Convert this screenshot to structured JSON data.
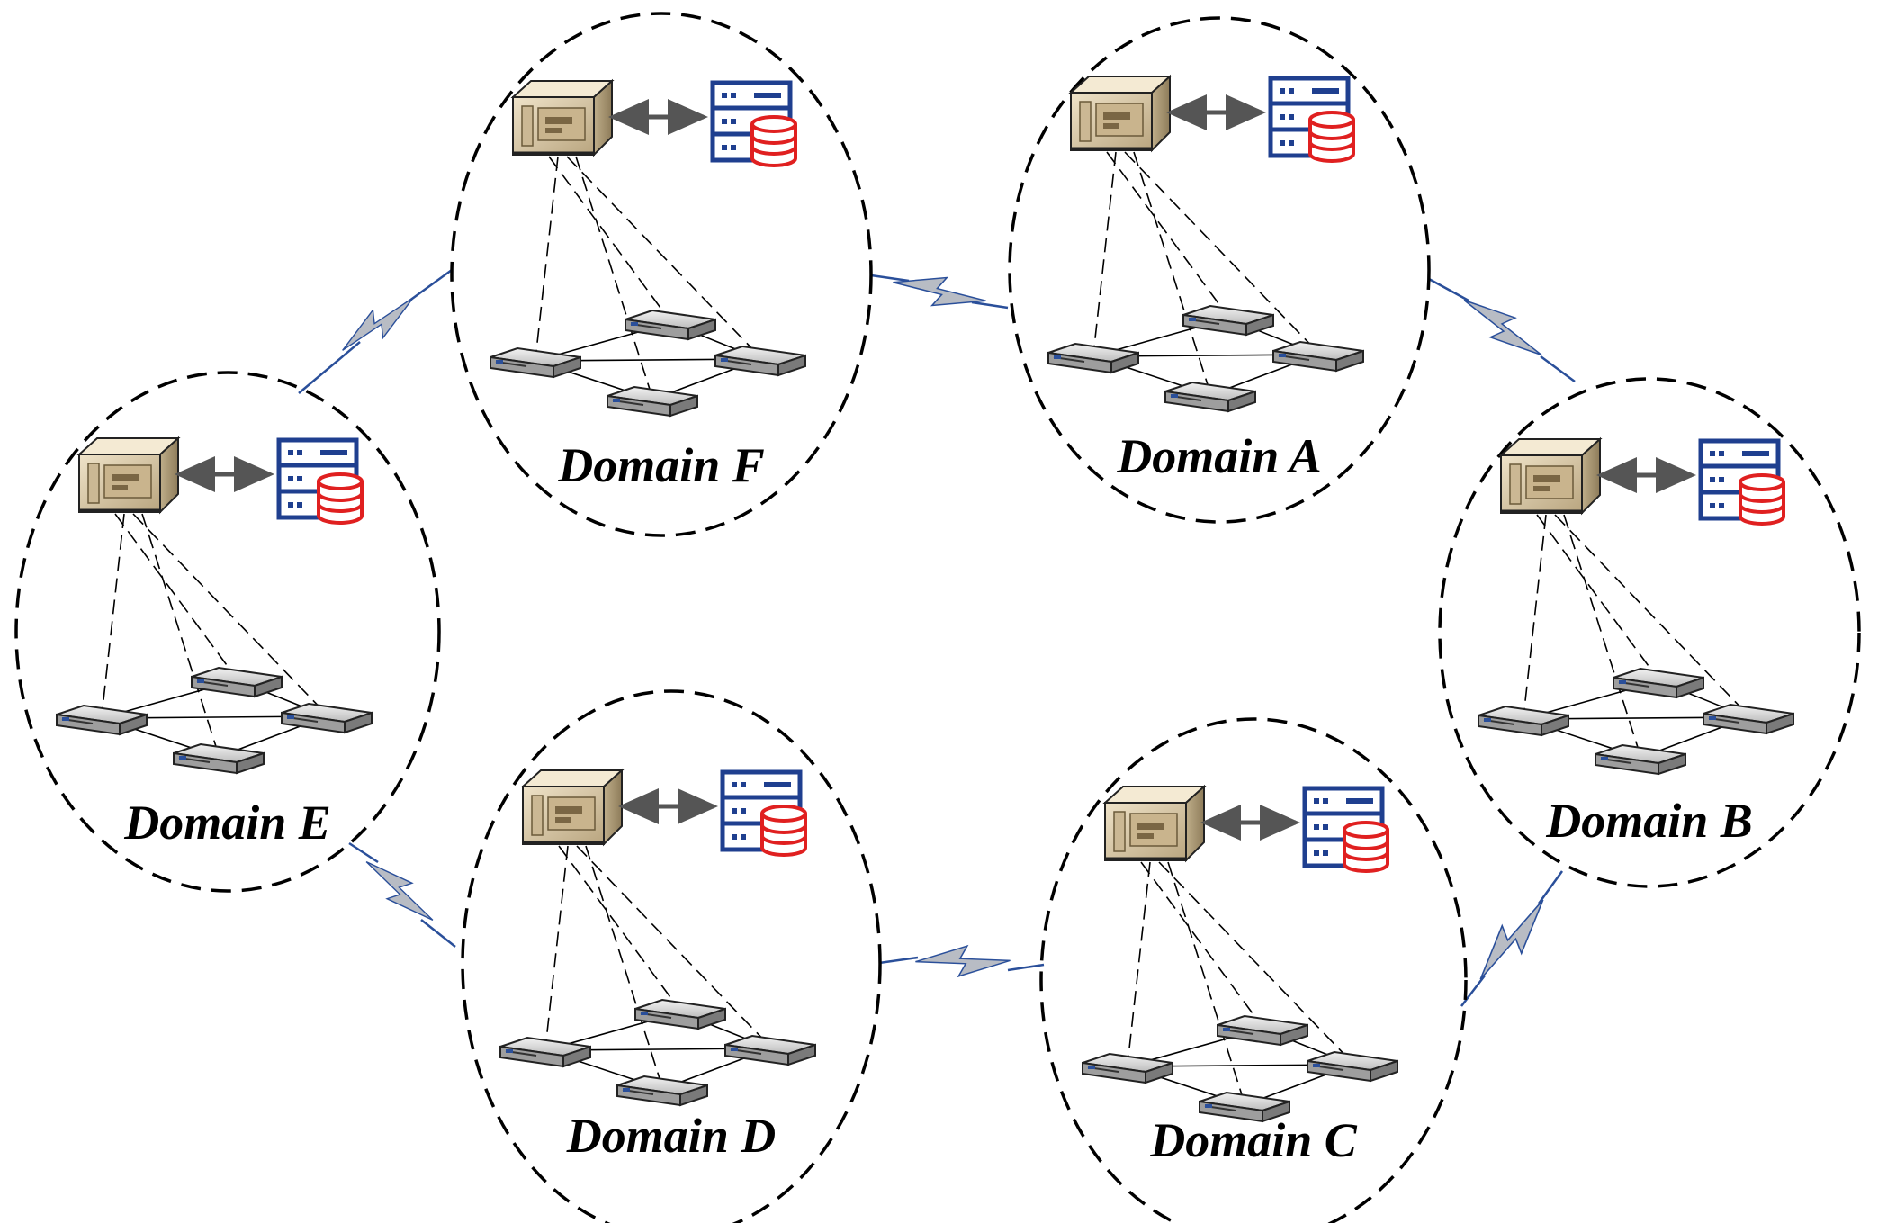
{
  "diagram": {
    "domains": [
      {
        "id": "F",
        "label": "Domain F"
      },
      {
        "id": "A",
        "label": "Domain A"
      },
      {
        "id": "E",
        "label": "Domain E"
      },
      {
        "id": "B",
        "label": "Domain B"
      },
      {
        "id": "D",
        "label": "Domain D"
      },
      {
        "id": "C",
        "label": "Domain C"
      }
    ],
    "wireless_links": [
      [
        "E",
        "F"
      ],
      [
        "F",
        "A"
      ],
      [
        "A",
        "B"
      ],
      [
        "B",
        "C"
      ],
      [
        "C",
        "D"
      ],
      [
        "D",
        "E"
      ]
    ],
    "icons": {
      "controller": "controller-server-icon",
      "database": "database-server-icon",
      "switch": "network-switch-icon",
      "link": "wireless-link-icon"
    },
    "colors": {
      "controller_body": "#d9c9a8",
      "database_frame": "#1f3f8f",
      "database_cylinder": "#e02020",
      "link_fill": "#b8bcc4",
      "link_stroke": "#2a4f9a"
    }
  }
}
